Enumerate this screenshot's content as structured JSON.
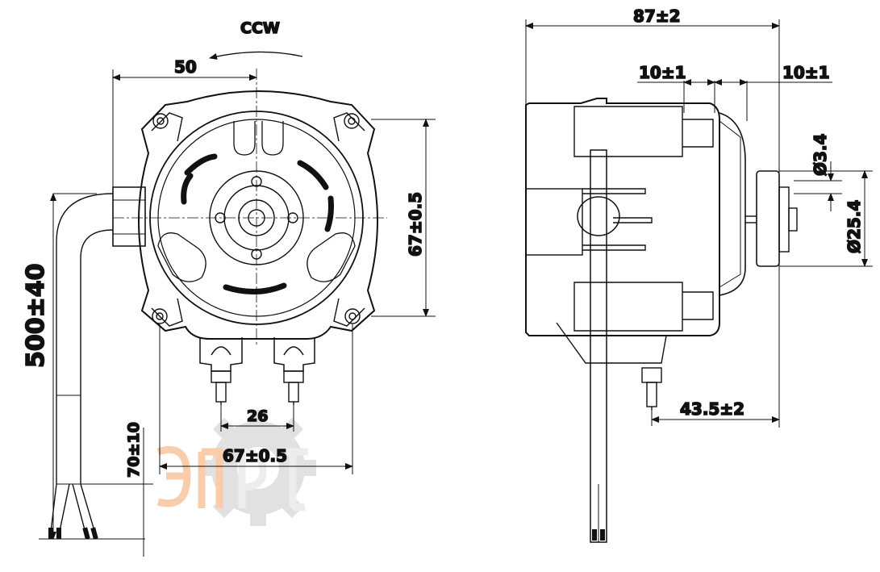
{
  "front_view": {
    "rotation_label": "CCW",
    "dim_top_width": "50",
    "dim_height": "67±0.5",
    "dim_terminal_spacing": "26",
    "dim_bottom_width": "67±0.5",
    "dim_cable_length": "500±40",
    "dim_strip_length": "70±10"
  },
  "side_view": {
    "dim_overall_length": "87±2",
    "dim_left_offset": "10±1",
    "dim_right_offset": "10±1",
    "dim_shaft_diameter": "Ø3.4",
    "dim_flange_diameter": "Ø25.4",
    "dim_terminal_distance": "43.5±2"
  },
  "colors": {
    "line": "#111111",
    "watermark_orange": "#f5a36a",
    "watermark_gray": "#c9c9c9"
  }
}
